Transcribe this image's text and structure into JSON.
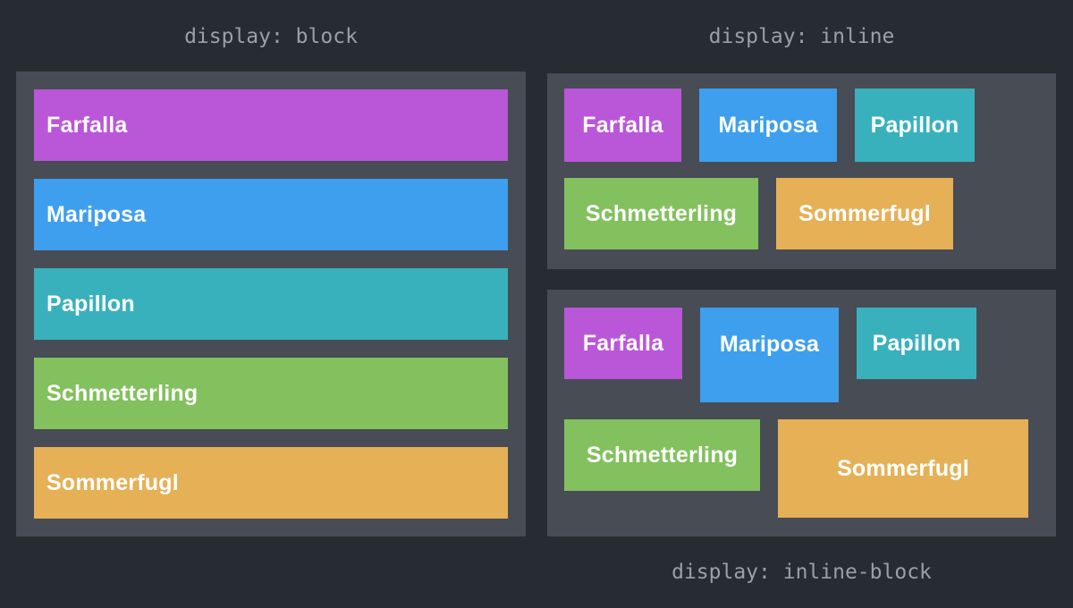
{
  "titles": {
    "block": "display: block",
    "inline": "display: inline",
    "inline_block": "display: inline-block"
  },
  "labels": {
    "farfalla": "Farfalla",
    "mariposa": "Mariposa",
    "papillon": "Papillon",
    "schmetterling": "Schmetterling",
    "sommerfugl": "Sommerfugl"
  },
  "colors": {
    "farfalla": "#b957d8",
    "mariposa": "#3e9fee",
    "papillon": "#39b1bd",
    "schmetterling": "#83c05e",
    "sommerfugl": "#e5b056",
    "panel": "#484c55",
    "background": "#272b32",
    "title": "#9aa0a8",
    "label_text": "#ffffff"
  }
}
